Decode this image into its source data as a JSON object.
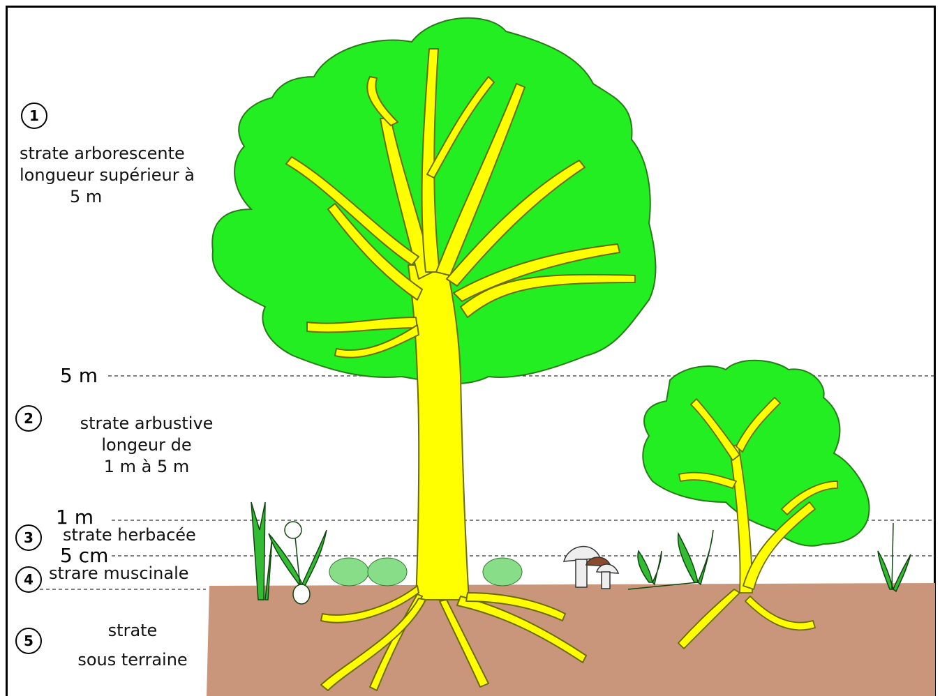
{
  "strata": [
    {
      "number": "1",
      "lines": [
        "strate arborescente",
        "longueur supérieur à",
        "5 m"
      ]
    },
    {
      "number": "2",
      "lines": [
        "strate arbustive",
        "longeur de",
        "1 m à 5 m"
      ]
    },
    {
      "number": "3",
      "lines": [
        "strate herbacée"
      ]
    },
    {
      "number": "4",
      "lines": [
        "strare muscinale"
      ]
    },
    {
      "number": "5",
      "lines": [
        "strate",
        "sous terraine"
      ]
    }
  ],
  "height_marks": [
    "5 m",
    "1 m",
    "5 cm"
  ],
  "colors": {
    "foliage": "#22ee22",
    "trunk": "#ffff00",
    "soil": "#c9967c",
    "mushroom": "#eeeeee",
    "mushroom_cap": "#8b4a2b"
  }
}
